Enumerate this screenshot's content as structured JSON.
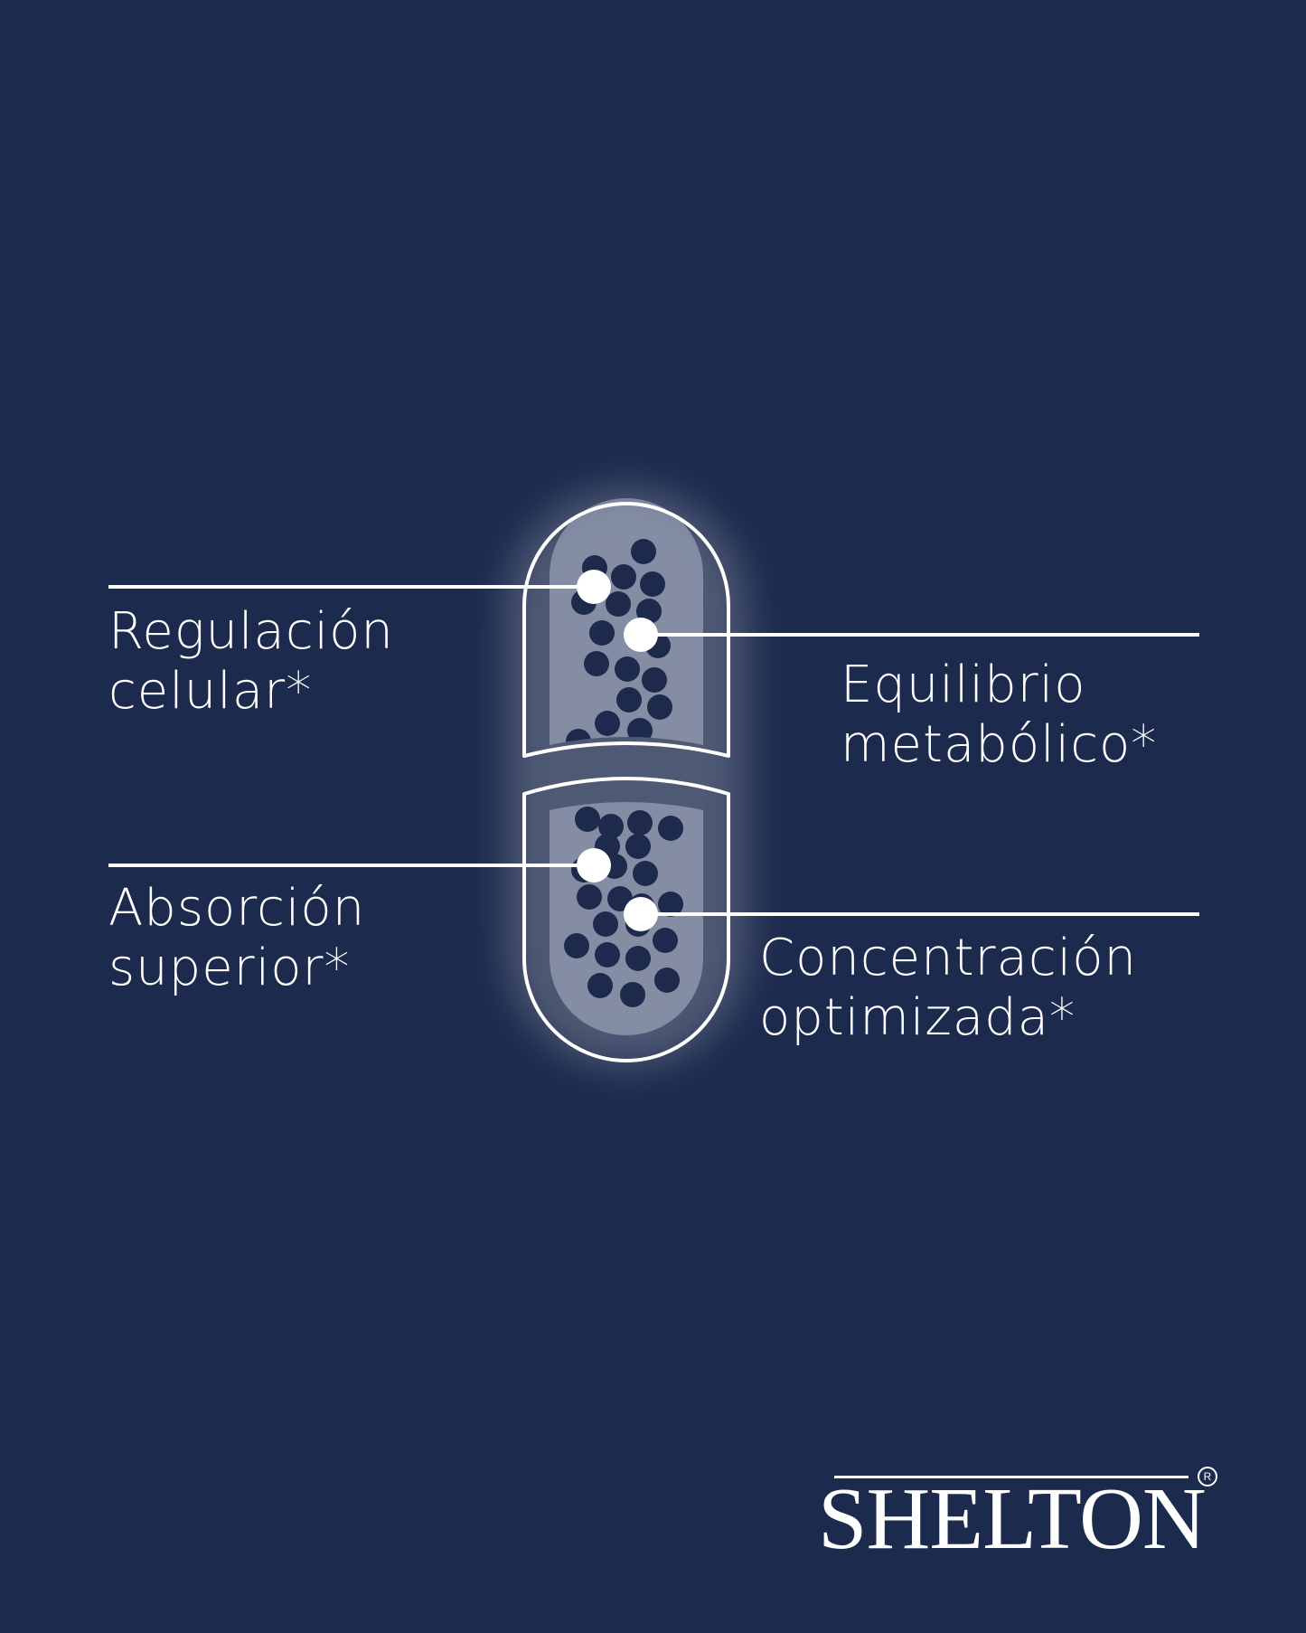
{
  "callouts": [
    {
      "id": "regulacion",
      "lines": [
        "Regulación",
        "celular*"
      ]
    },
    {
      "id": "equilibrio",
      "lines": [
        "Equilibrio",
        "metabólico*"
      ]
    },
    {
      "id": "absorcion",
      "lines": [
        "Absorción",
        "superior*"
      ]
    },
    {
      "id": "concentracion",
      "lines": [
        "Concentración",
        "optimizada*"
      ]
    }
  ],
  "brand": {
    "name": "SHELTON",
    "registered_mark": "R"
  },
  "colors": {
    "background": "#1c2a4d",
    "foreground": "#ffffff",
    "granule": "#1d2a4c"
  }
}
